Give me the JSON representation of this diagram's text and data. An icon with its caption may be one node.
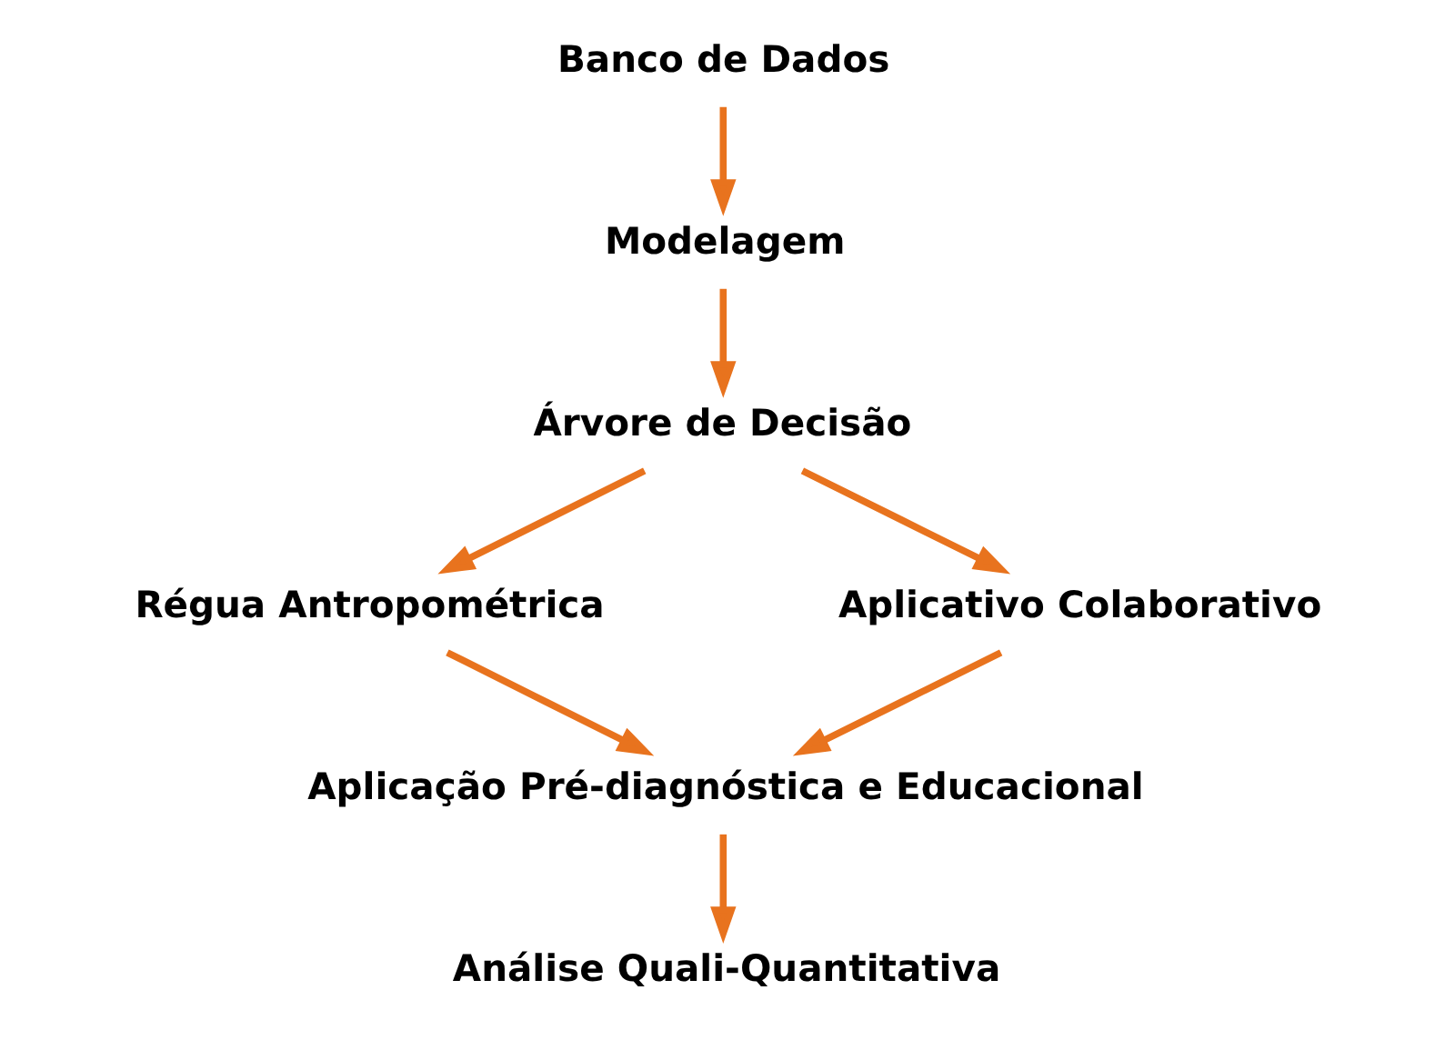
{
  "diagram": {
    "nodes": [
      {
        "text": [
          "Banco de Dados"
        ]
      },
      {
        "text": [
          "Modelagem"
        ]
      },
      {
        "text": [
          "Árvore de Decisão"
        ]
      },
      {
        "text": [
          "Régua Antropométrica"
        ]
      },
      {
        "text": [
          "Aplicativo Colaborativo"
        ]
      },
      {
        "text": [
          "Aplicação Pré-diagnóstica e Educacional"
        ]
      },
      {
        "text": [
          "Análise Quali-Quantitativa"
        ]
      }
    ],
    "edges": [
      {
        "from": 0,
        "to": 1,
        "arrow": "to"
      },
      {
        "from": 1,
        "to": 2,
        "arrow": "to"
      },
      {
        "from": 2,
        "to": 3,
        "arrow": "to"
      },
      {
        "from": 2,
        "to": 4,
        "arrow": "to"
      },
      {
        "from": 3,
        "to": 5,
        "arrow": "to"
      },
      {
        "from": 4,
        "to": 5,
        "arrow": "to"
      },
      {
        "from": 5,
        "to": 6,
        "arrow": "to"
      }
    ]
  }
}
